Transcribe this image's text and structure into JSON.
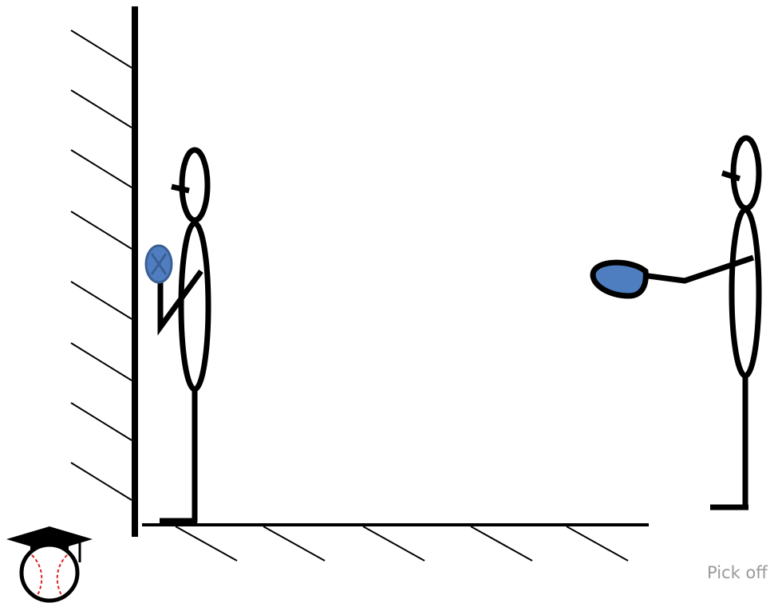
{
  "caption": "Pick off",
  "logo": {
    "icon": "baseball-graduation-cap-icon"
  },
  "colors": {
    "line": "#000000",
    "ball_fill": "#4f7ec0",
    "ball_stroke": "#3b5f94",
    "glove_fill": "#4f7ec0",
    "cap": "#000000",
    "stitch": "#e02020",
    "caption_text": "#9a9a9a"
  },
  "figures": [
    {
      "role": "thrower",
      "holds": "ball"
    },
    {
      "role": "receiver",
      "holds": "glove"
    }
  ]
}
